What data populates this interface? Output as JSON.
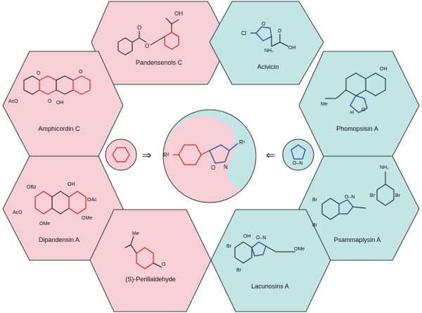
{
  "colors": {
    "pink": "#f7cfd6",
    "cyan": "#c2e6e6",
    "red_bond": "#e0261f",
    "blue_bond": "#1f3f8f"
  },
  "compounds": {
    "pandensenols": "Pandensenols C",
    "acivicin": "Acivicin",
    "amphicordin": "Amphicordin C",
    "phomopsisin": "Phomopsisin A",
    "dipandensin": "Dipandensin A",
    "psammaplysin": "Psammaplysin A",
    "perillaldehyde": "(S)-Perillaldehyde",
    "lacunosins": "Lacunosins A"
  },
  "atoms": {
    "oh": "OH",
    "o": "O",
    "cl": "Cl",
    "n": "N",
    "nh2": "NH₂",
    "aco": "AcO",
    "oac": "OAc",
    "obz": "OBz",
    "ome": "OMe",
    "h": "H",
    "me": "Me",
    "br": "Br",
    "on": "O–N",
    "r1": "R¹",
    "r2": "R²",
    "isoxazoline_o": "O",
    "isoxazoline_n": "N"
  },
  "arrows": {
    "left": "⇒",
    "right": "⇐"
  }
}
